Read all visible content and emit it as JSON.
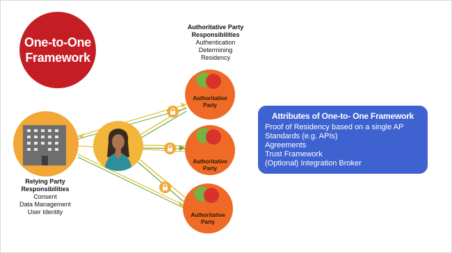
{
  "title": {
    "line1": "One-to-One",
    "line2": "Framework"
  },
  "relying_party": {
    "heading_line1": "Relying Party",
    "heading_line2": "Responsibilities",
    "items": [
      "Consent",
      "Data Management",
      "User Identity"
    ]
  },
  "authoritative_party_responsibilities": {
    "heading_line1": "Authoritative Party",
    "heading_line2": "Responsibilities",
    "items": [
      "Authentication",
      "Determining",
      "Residency"
    ]
  },
  "authoritative_parties": [
    {
      "line1": "Authoritative",
      "line2": "Party"
    },
    {
      "line1": "Authoritative",
      "line2": "Party"
    },
    {
      "line1": "Authoritative",
      "line2": "Party"
    }
  ],
  "attributes_box": {
    "title": "Attributes of One-to- One Framework",
    "items": [
      "Proof of Residency based on a single AP",
      "Standards (e.g. APIs)",
      "Agreements",
      "Trust Framework",
      "(Optional) Integration Broker"
    ]
  },
  "colors": {
    "title_circle": "#c41e24",
    "relying_party_circle": "#f2a737",
    "person_circle": "#f2b63a",
    "authoritative_party_circle": "#ee6a26",
    "attributes_box": "#3e63d0",
    "connector_yellow": "#e8c23a",
    "connector_green": "#5aa83a"
  },
  "icons": [
    "building-icon",
    "person-icon",
    "lock-icon",
    "thumbs-up-icon",
    "thumbs-down-icon"
  ]
}
